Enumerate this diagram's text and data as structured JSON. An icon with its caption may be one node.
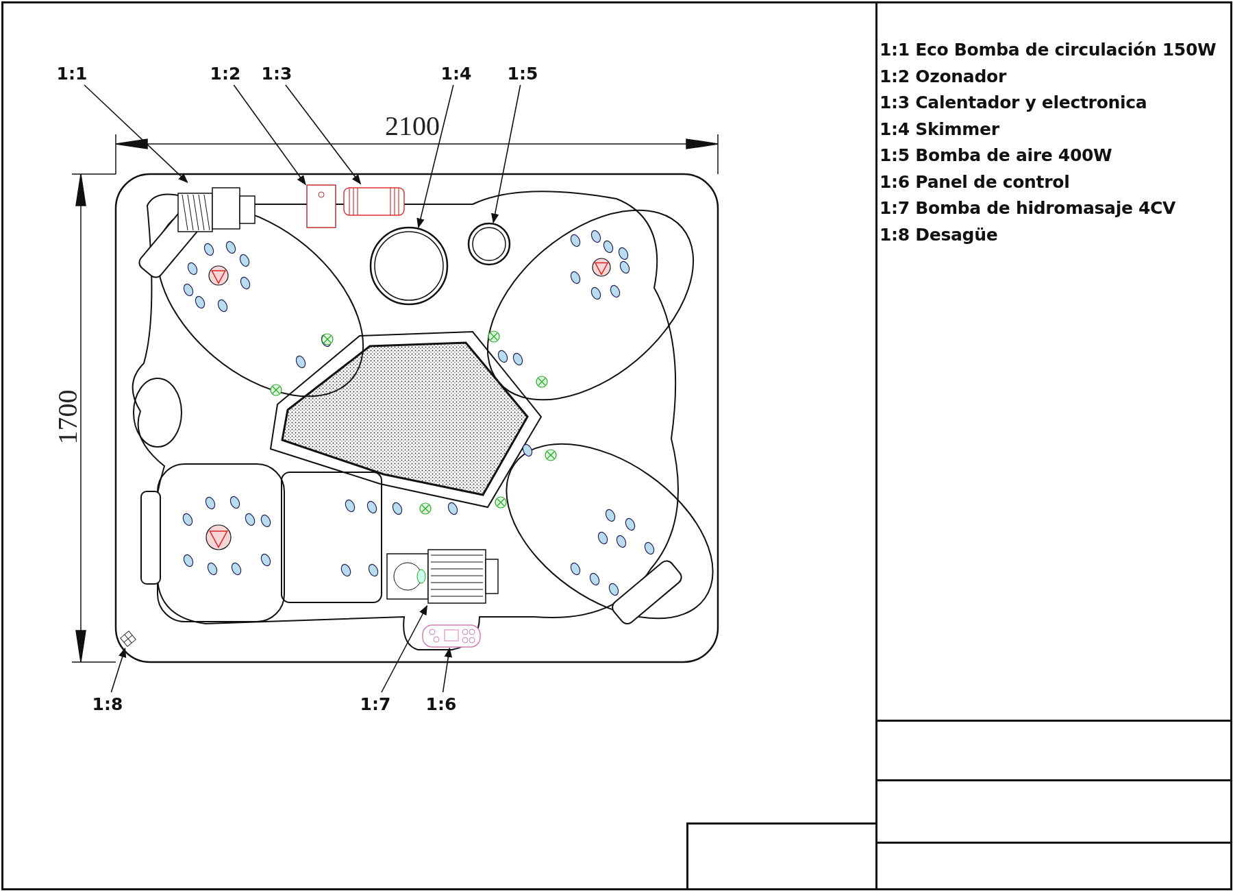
{
  "diagram": {
    "nodes": [
      {
        "text": [
          "1:1"
        ]
      },
      {
        "text": [
          "1:2"
        ]
      },
      {
        "text": [
          "1:3"
        ]
      },
      {
        "text": [
          "1:4"
        ]
      },
      {
        "text": [
          "1:5"
        ]
      },
      {
        "text": [
          "1:8"
        ]
      },
      {
        "text": [
          "1:7"
        ]
      },
      {
        "text": [
          "1:6"
        ]
      },
      {
        "text": [],
        "shape": "picture"
      },
      {
        "text": [],
        "shape": "box"
      },
      {
        "text": [],
        "shape": "cylinder"
      },
      {
        "text": [],
        "shape": "circle"
      },
      {
        "text": [],
        "shape": "circle"
      },
      {
        "text": [],
        "shape": "picture"
      },
      {
        "text": [],
        "shape": "picture"
      },
      {
        "text": [],
        "shape": "picture"
      }
    ],
    "edges": [
      {
        "from": 0,
        "to": 8,
        "arrow": "to"
      },
      {
        "from": 1,
        "to": 9,
        "arrow": "to"
      },
      {
        "from": 2,
        "to": 10,
        "arrow": "to"
      },
      {
        "from": 3,
        "to": 11,
        "arrow": "to"
      },
      {
        "from": 4,
        "to": 12,
        "arrow": "to"
      },
      {
        "from": 5,
        "to": 15,
        "arrow": "to"
      },
      {
        "from": 6,
        "to": 14,
        "arrow": "to"
      },
      {
        "from": 7,
        "to": 13,
        "arrow": "to"
      }
    ],
    "labels": [
      "2100",
      "1700",
      "1:1 Eco Bomba de circulación 150W",
      "1:2 Ozonador",
      "1:3 Calentador y electronica",
      "1:4 Skimmer",
      "1:5 Bomba de aire 400W",
      "1:6 Panel de control",
      "1:7 Bomba de hidromasaje 4CV",
      "1:8 Desagüe"
    ]
  }
}
